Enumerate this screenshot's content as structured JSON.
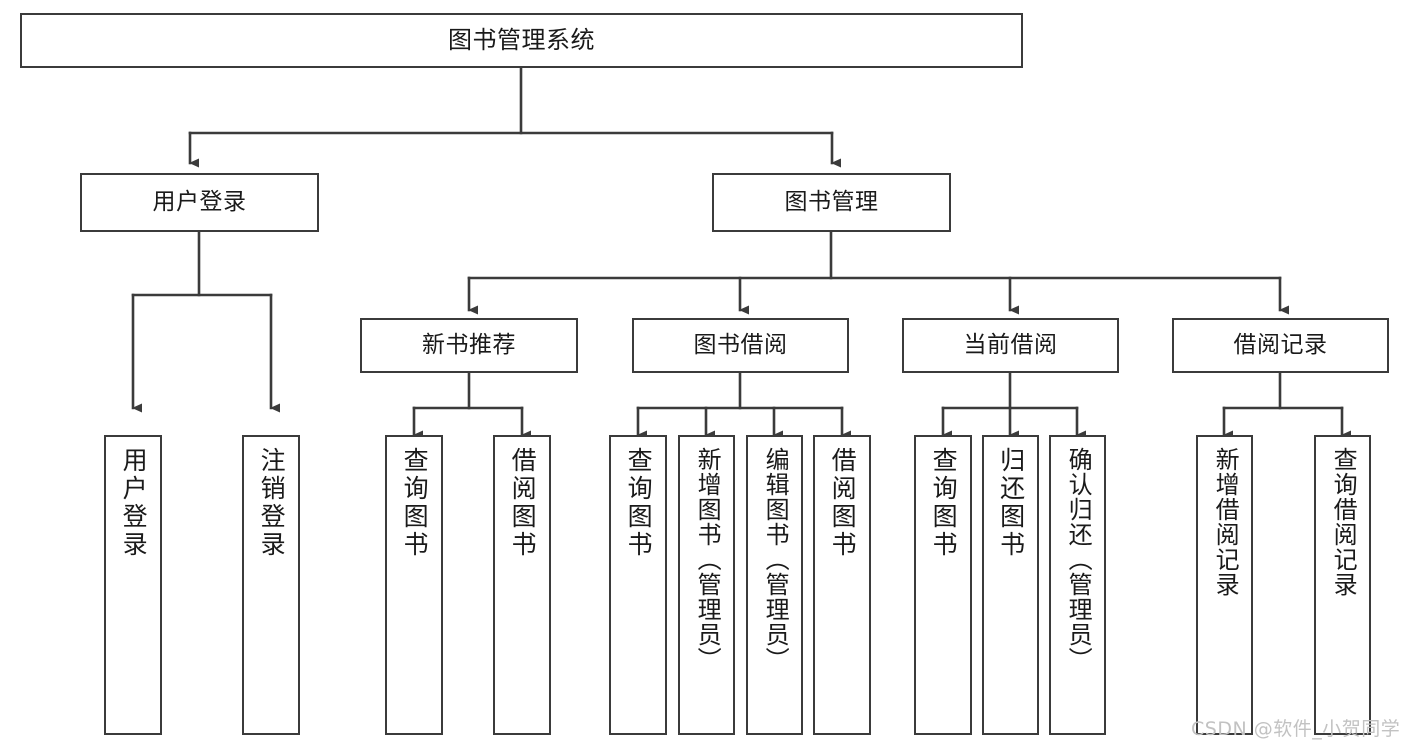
{
  "diagram": {
    "title": "图书管理系统",
    "type": "tree-hierarchy",
    "stroke_color": "#3b3b3b",
    "fill_color": "#ffffff",
    "text_color": "#1a1a1a"
  },
  "nodes": {
    "root": {
      "label": "图书管理系统"
    },
    "level1": [
      {
        "id": "user-login",
        "label": "用户登录"
      },
      {
        "id": "book-management",
        "label": "图书管理"
      }
    ],
    "level2": [
      {
        "id": "new-book-recommend",
        "label": "新书推荐"
      },
      {
        "id": "book-borrow",
        "label": "图书借阅"
      },
      {
        "id": "current-borrow",
        "label": "当前借阅"
      },
      {
        "id": "borrow-record",
        "label": "借阅记录"
      }
    ],
    "leaves": [
      {
        "id": "leaf-user-login",
        "label": "用户登录",
        "parent": "user-login"
      },
      {
        "id": "leaf-logout-login",
        "label": "注销登录",
        "parent": "user-login"
      },
      {
        "id": "leaf-query-book-1",
        "label": "查询图书",
        "parent": "new-book-recommend"
      },
      {
        "id": "leaf-borrow-book-1",
        "label": "借阅图书",
        "parent": "new-book-recommend"
      },
      {
        "id": "leaf-query-book-2",
        "label": "查询图书",
        "parent": "book-borrow"
      },
      {
        "id": "leaf-add-book",
        "label": "新增图书（管理员）",
        "parent": "book-borrow"
      },
      {
        "id": "leaf-edit-book",
        "label": "编辑图书（管理员）",
        "parent": "book-borrow"
      },
      {
        "id": "leaf-borrow-book-2",
        "label": "借阅图书",
        "parent": "book-borrow"
      },
      {
        "id": "leaf-query-book-3",
        "label": "查询图书",
        "parent": "current-borrow"
      },
      {
        "id": "leaf-return-book",
        "label": "归还图书",
        "parent": "current-borrow"
      },
      {
        "id": "leaf-confirm-return",
        "label": "确认归还（管理员）",
        "parent": "current-borrow"
      },
      {
        "id": "leaf-add-record",
        "label": "新增借阅记录",
        "parent": "borrow-record"
      },
      {
        "id": "leaf-query-record",
        "label": "查询借阅记录",
        "parent": "borrow-record"
      }
    ]
  },
  "watermark": {
    "text": "CSDN @软件_小贺同学"
  }
}
